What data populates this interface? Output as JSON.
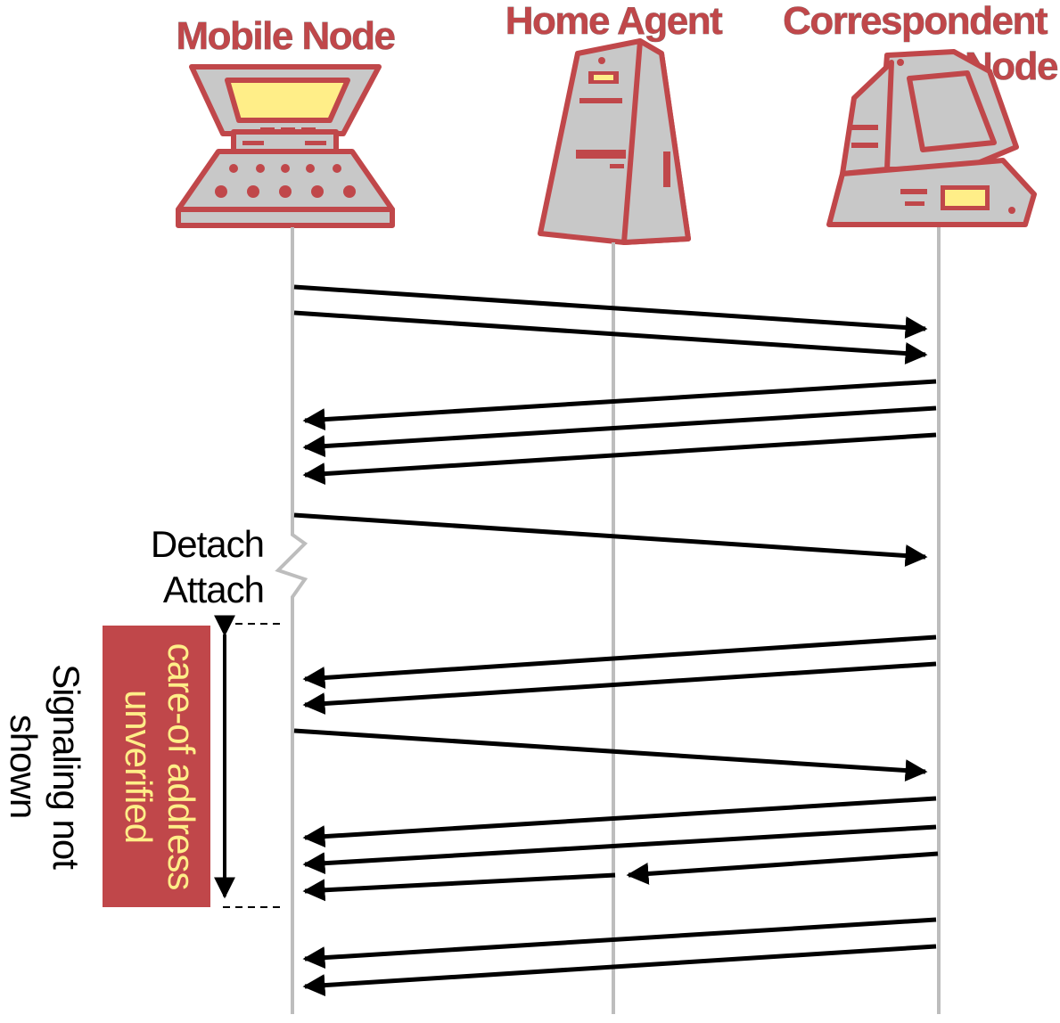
{
  "diagram": {
    "nodes": [
      {
        "id": "mn",
        "label": "Mobile Node",
        "icon": "laptop-icon"
      },
      {
        "id": "ha",
        "label": "Home Agent",
        "icon": "server-tower-icon"
      },
      {
        "id": "cn",
        "label_line1": "Correspondent",
        "label_line2": "Node",
        "icon": "desktop-computer-icon"
      }
    ],
    "events": {
      "detach": "Detach",
      "attach": "Attach"
    },
    "annotations": {
      "unverified_line1": "care-of address",
      "unverified_line2": "unverified",
      "signaling_line1": "Signaling not",
      "signaling_line2": "shown"
    },
    "messages": [
      {
        "from": "mn",
        "to": "cn"
      },
      {
        "from": "mn",
        "to": "cn"
      },
      {
        "from": "cn",
        "to": "mn"
      },
      {
        "from": "cn",
        "to": "mn"
      },
      {
        "from": "cn",
        "to": "mn"
      },
      {
        "from": "mn",
        "to": "cn"
      },
      {
        "from": "cn",
        "to": "mn"
      },
      {
        "from": "cn",
        "to": "mn"
      },
      {
        "from": "mn",
        "to": "cn"
      },
      {
        "from": "cn",
        "to": "mn"
      },
      {
        "from": "cn",
        "to": "mn"
      },
      {
        "from": "cn",
        "to": "ha"
      },
      {
        "from": "ha",
        "to": "mn"
      },
      {
        "from": "cn",
        "to": "mn"
      },
      {
        "from": "cn",
        "to": "mn"
      }
    ],
    "colors": {
      "node_red": "#c0474a",
      "icon_gray": "#c8c8c8",
      "screen_yellow": "#ffee88",
      "annotation_box": "#c0474a"
    }
  }
}
